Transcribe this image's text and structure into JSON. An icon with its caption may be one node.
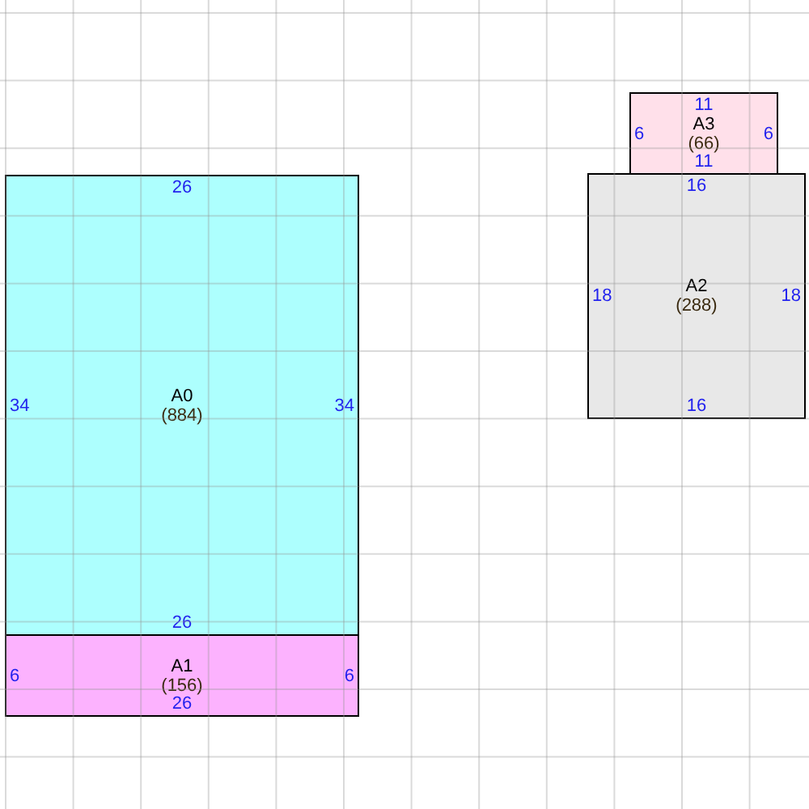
{
  "diagram": {
    "nodes": [
      {
        "text": [
          "A0",
          "(884)",
          "26",
          "34",
          "34",
          "26"
        ]
      },
      {
        "text": [
          "A1",
          "(156)",
          "6",
          "6",
          "26"
        ]
      },
      {
        "text": [
          "A3",
          "(66)",
          "11",
          "6",
          "6",
          "11"
        ]
      },
      {
        "text": [
          "A2",
          "(288)",
          "16",
          "18",
          "18",
          "16"
        ]
      }
    ]
  }
}
